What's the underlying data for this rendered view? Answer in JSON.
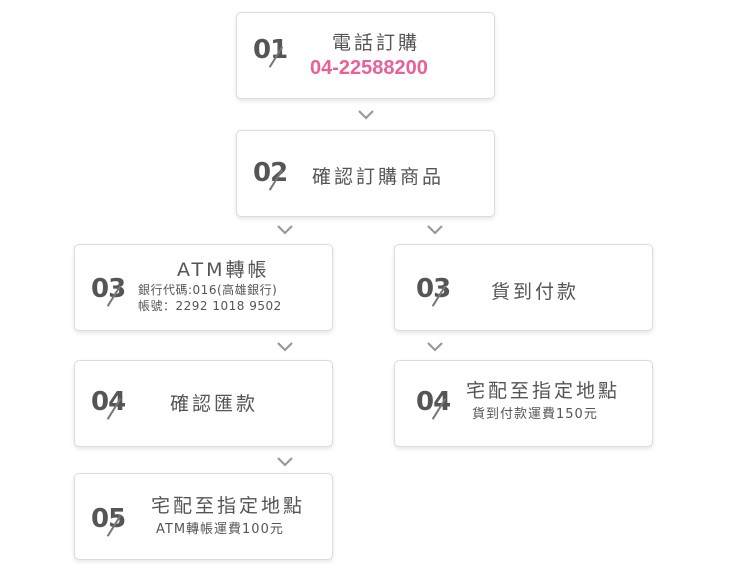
{
  "steps": {
    "s1": {
      "num": "01",
      "title": "電話訂購",
      "phone": "04-22588200"
    },
    "s2": {
      "num": "02",
      "title": "確認訂購商品"
    },
    "s3a": {
      "num": "03",
      "title": "ATM轉帳",
      "line1": "銀行代碼:016(高雄銀行)",
      "line2": "帳號：2292 1018 9502"
    },
    "s3b": {
      "num": "03",
      "title": "貨到付款"
    },
    "s4a": {
      "num": "04",
      "title": "確認匯款"
    },
    "s4b": {
      "num": "04",
      "title": "宅配至指定地點",
      "line1": "貨到付款運費150元"
    },
    "s5": {
      "num": "05",
      "title": "宅配至指定地點",
      "line1": "ATM轉帳運費100元"
    }
  },
  "colors": {
    "accent": "#e8629a",
    "text": "#555555",
    "border": "#dcdcdc",
    "chevron": "#999999"
  },
  "icons": {
    "arrow": "chevron-down-icon"
  }
}
